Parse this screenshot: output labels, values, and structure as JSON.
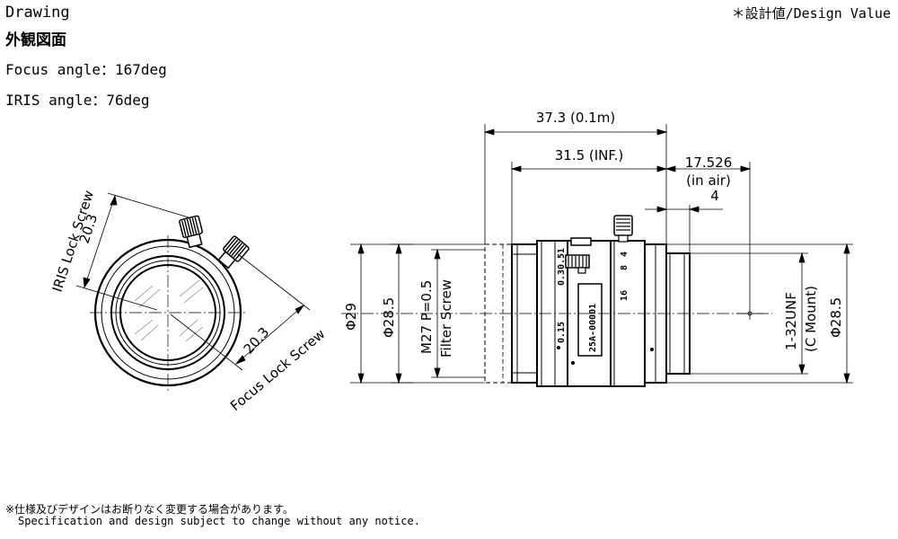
{
  "header": {
    "title": "Drawing",
    "title_jp": "外観図面",
    "focus_angle": "Focus angle：167deg",
    "iris_angle": "IRIS angle：76deg",
    "design_value": "＊設計値/Design Value"
  },
  "front_view": {
    "iris_label": "IRIS Lock Screw",
    "iris_dim": "20.3",
    "focus_label": "Focus Lock Screw",
    "focus_dim": "20.3"
  },
  "side_view": {
    "dim_top": "37.3 (0.1m)",
    "dim_inf": "31.5 (INF.)",
    "dim_air_1": "17.526",
    "dim_air_2": "(in air)",
    "dim_4": "4",
    "dia_29": "Φ29",
    "dia_285_left": "Φ28.5",
    "filter_1": "M27 P=0.5",
    "filter_2": "Filter Screw",
    "mount_1": "1-32UNF",
    "mount_2": "(C Mount)",
    "dia_285_right": "Φ28.5",
    "engr_model": "25A-00001",
    "engr_015": "0.15",
    "engr_03": "0.3",
    "engr_05": "0.5",
    "engr_1": "1",
    "engr_16": "16",
    "engr_8": "8",
    "engr_4": "4"
  },
  "footer": {
    "note_jp": "※仕様及びデザインはお断りなく変更する場合があります。",
    "note_en": "Specification and design subject to change without any notice."
  }
}
